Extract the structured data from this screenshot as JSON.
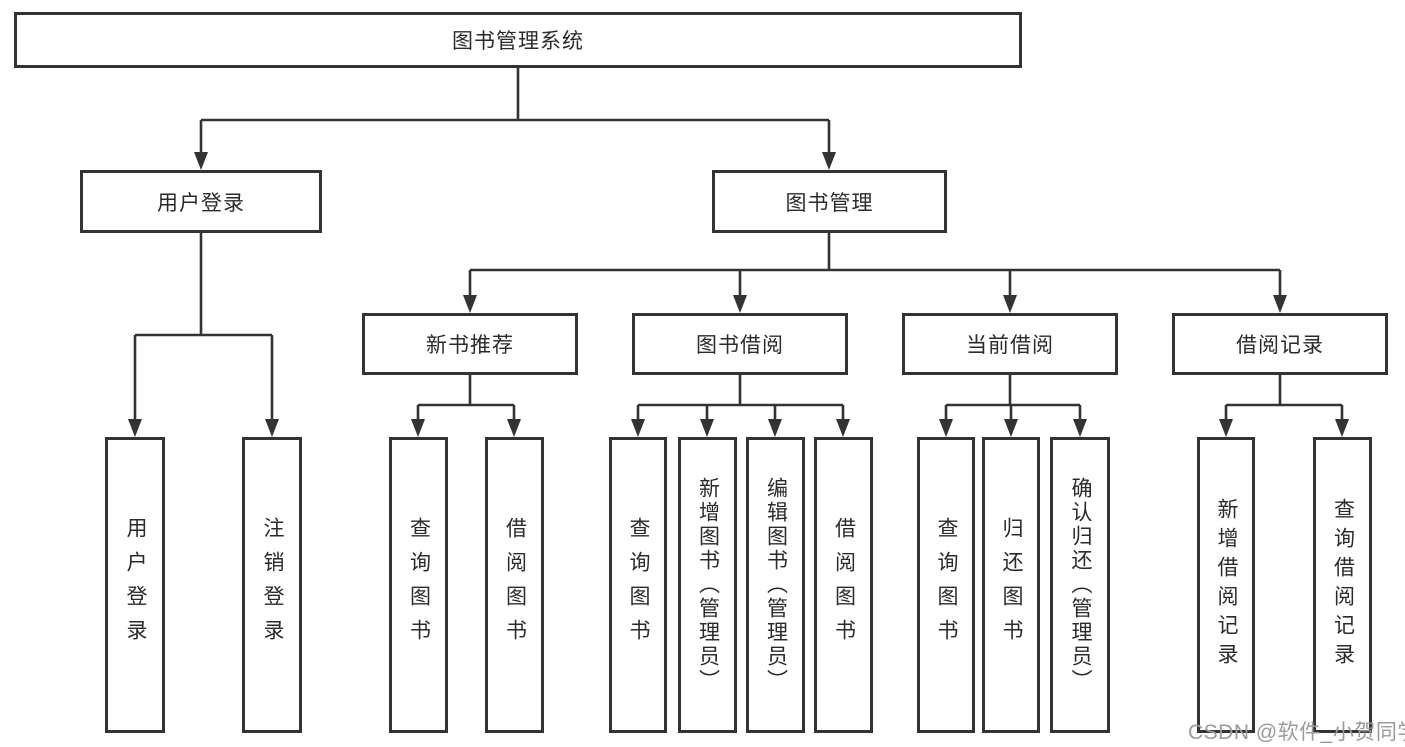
{
  "colors": {
    "stroke": "#333333",
    "text": "#2b2b2b",
    "watermark": "#9b9b9b",
    "bg": "#ffffff"
  },
  "watermark": "CSDN @软件_小贺同学",
  "diagram": {
    "root": "图书管理系统",
    "branches": [
      {
        "label": "用户登录",
        "children": [
          {
            "label": "用户登录"
          },
          {
            "label": "注销登录"
          }
        ]
      },
      {
        "label": "图书管理",
        "children": [
          {
            "label": "新书推荐",
            "children": [
              {
                "label": "查询图书"
              },
              {
                "label": "借阅图书"
              }
            ]
          },
          {
            "label": "图书借阅",
            "children": [
              {
                "label": "查询图书"
              },
              {
                "label": "新增图书（管理员）"
              },
              {
                "label": "编辑图书（管理员）"
              },
              {
                "label": "借阅图书"
              }
            ]
          },
          {
            "label": "当前借阅",
            "children": [
              {
                "label": "查询图书"
              },
              {
                "label": "归还图书"
              },
              {
                "label": "确认归还（管理员）"
              }
            ]
          },
          {
            "label": "借阅记录",
            "children": [
              {
                "label": "新增借阅记录"
              },
              {
                "label": "查询借阅记录"
              }
            ]
          }
        ]
      }
    ]
  }
}
